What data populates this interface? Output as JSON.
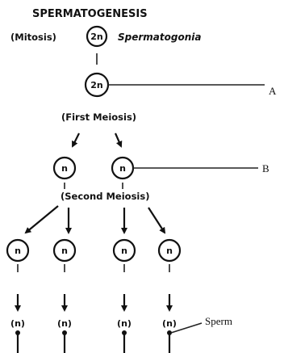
{
  "title": "SPERMATOGENESIS",
  "mitosis_label": "(Mitosis)",
  "spermatogonia_label": "Spermatogonia",
  "first_meiosis_label": "(First Meiosis)",
  "second_meiosis_label": "(Second Meiosis)",
  "cells": {
    "spermatogonium": "2n",
    "primary": "2n",
    "secondary": [
      "n",
      "n"
    ],
    "spermatids": [
      "n",
      "n",
      "n",
      "n"
    ],
    "sperm": [
      "(n)",
      "(n)",
      "(n)",
      "(n)"
    ]
  },
  "labels": {
    "a": "A",
    "b": "B",
    "sperm": "Sperm"
  }
}
